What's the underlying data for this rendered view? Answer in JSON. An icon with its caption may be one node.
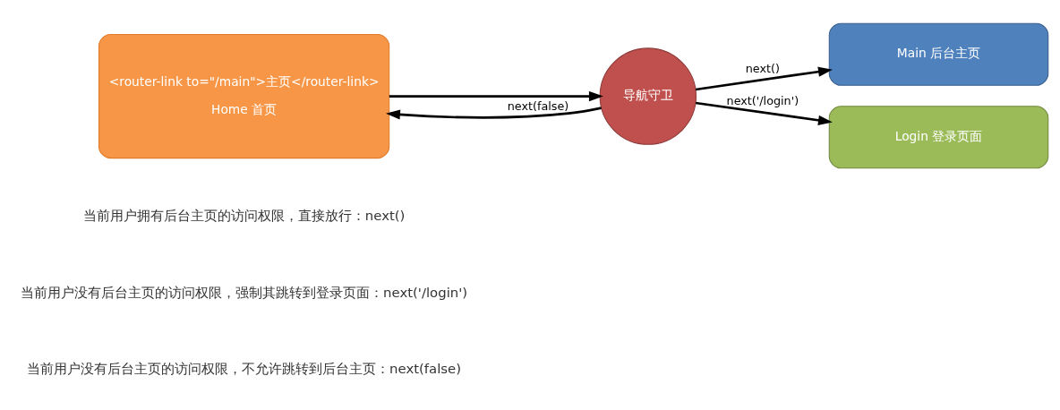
{
  "diagram": {
    "nodes": [
      {
        "text": [
          "<router-link to=\"/main\">主页</router-link>",
          "Home 首页"
        ]
      },
      {
        "text": [
          "导航守卫"
        ]
      },
      {
        "text": [
          "Main 后台主页"
        ]
      },
      {
        "text": [
          "Login 登录页面"
        ]
      }
    ],
    "edges": [
      {
        "from": 0,
        "to": 1,
        "arrow": "to"
      },
      {
        "from": 1,
        "to": 2,
        "arrow": "to",
        "label": "next()"
      },
      {
        "from": 1,
        "to": 3,
        "arrow": "to",
        "label": "next('/login')"
      },
      {
        "from": 1,
        "to": 0,
        "arrow": "to",
        "label": "next(false)"
      }
    ],
    "labels": [
      "当前用户拥有后台主页的访问权限，直接放行：next()",
      "当前用户没有后台主页的访问权限，强制其跳转到登录页面：next('/login')",
      "当前用户没有后台主页的访问权限，不允许跳转到后台主页：next(false)"
    ]
  }
}
